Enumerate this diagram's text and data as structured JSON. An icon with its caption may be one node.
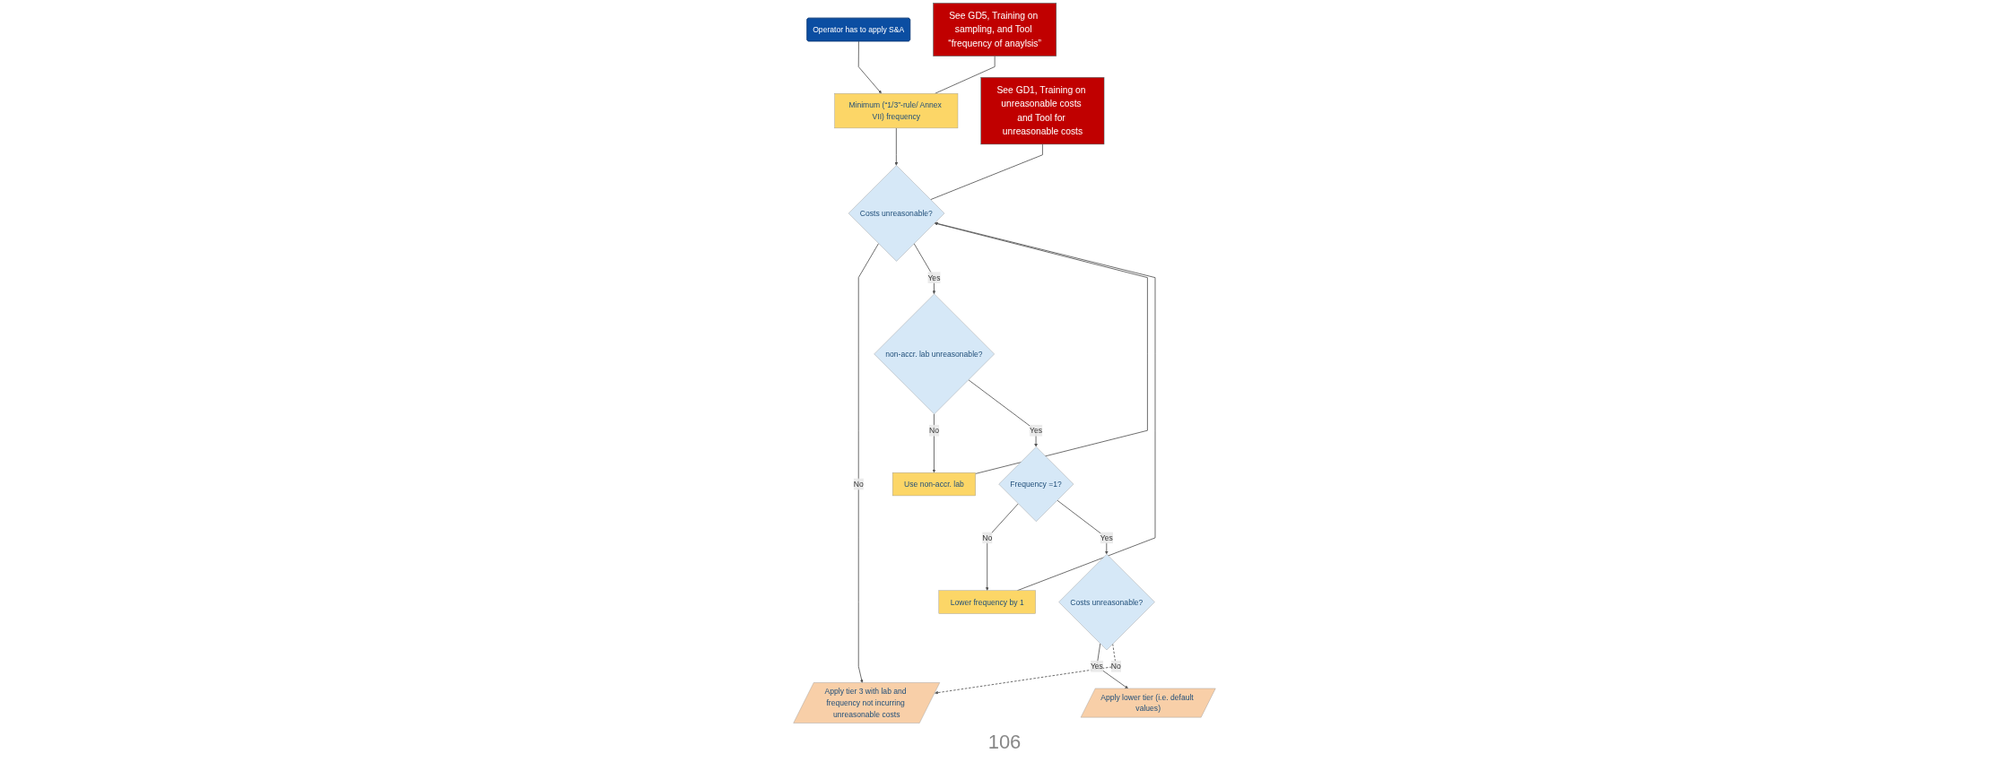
{
  "diagram": {
    "nodes": [
      {
        "text": [
          "Operator has to apply S&A"
        ]
      },
      {
        "text": [
          "See GD5, Training on sampling, and Tool “frequency of anaylsis”"
        ]
      },
      {
        "text": [
          "Minimum (“1/3”-rule/ Annex VII) frequency"
        ]
      },
      {
        "text": [
          "See GD1, Training on unreasonable costs and Tool for unreasonable costs"
        ]
      },
      {
        "text": [
          "Lower frequency by 1"
        ]
      },
      {
        "text": [
          "Costs unreasonable?"
        ]
      },
      {
        "text": [
          "Apply tier 3 with lab and frequency not incurring unreasonable costs"
        ]
      },
      {
        "text": [
          "Apply lower tier (i.e. default values)"
        ]
      },
      {
        "text": [
          "Use non-accr. lab"
        ]
      },
      {
        "text": [
          "non-accr. lab unreasonable?"
        ]
      },
      {
        "text": [
          "Frequency =1?"
        ]
      },
      {
        "text": [
          "Costs unreasonable?"
        ]
      }
    ],
    "edges": [
      {
        "from": 0,
        "to": 2,
        "arrow": "to"
      },
      {
        "from": 1,
        "to": 2,
        "arrow": "none"
      },
      {
        "from": 2,
        "to": 5,
        "arrow": "to"
      },
      {
        "from": 4,
        "to": 5,
        "arrow": "to"
      },
      {
        "from": 3,
        "to": 5,
        "arrow": "none"
      },
      {
        "from": 5,
        "to": 6,
        "label": "No",
        "arrow": "to"
      },
      {
        "from": 5,
        "to": 9,
        "label": "Yes",
        "arrow": "to"
      },
      {
        "from": 9,
        "to": 8,
        "label": "No",
        "arrow": "to"
      },
      {
        "from": 8,
        "to": 5,
        "arrow": "to"
      },
      {
        "from": 9,
        "to": 10,
        "label": "Yes",
        "arrow": "to"
      },
      {
        "from": 10,
        "to": 4,
        "label": "No",
        "arrow": "to"
      },
      {
        "from": 10,
        "to": 11,
        "label": "Yes",
        "arrow": "to"
      },
      {
        "from": 11,
        "to": 7,
        "label": "Yes",
        "arrow": "to"
      },
      {
        "from": 11,
        "to": 6,
        "label": "No",
        "arrow": "to",
        "style": "dashed"
      }
    ],
    "labels": [
      "106"
    ]
  }
}
